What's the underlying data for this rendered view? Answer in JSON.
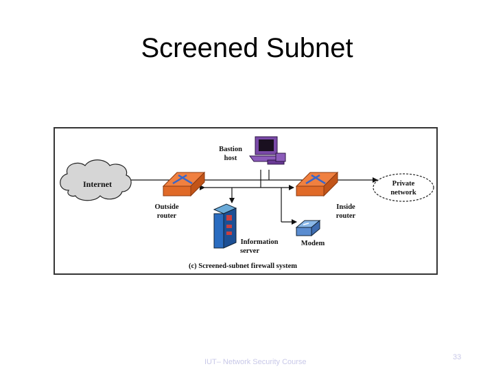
{
  "slide": {
    "title": "Screened Subnet",
    "footer": "IUT– Network Security Course",
    "page_number": "33"
  },
  "diagram": {
    "internet": "Internet",
    "bastion": [
      "Bastion",
      "host"
    ],
    "outside_router": [
      "Outside",
      "router"
    ],
    "inside_router": [
      "Inside",
      "router"
    ],
    "private_network": [
      "Private",
      "network"
    ],
    "info_server": [
      "Information",
      "server"
    ],
    "modem": "Modem",
    "caption": "(c) Screened-subnet firewall system"
  }
}
